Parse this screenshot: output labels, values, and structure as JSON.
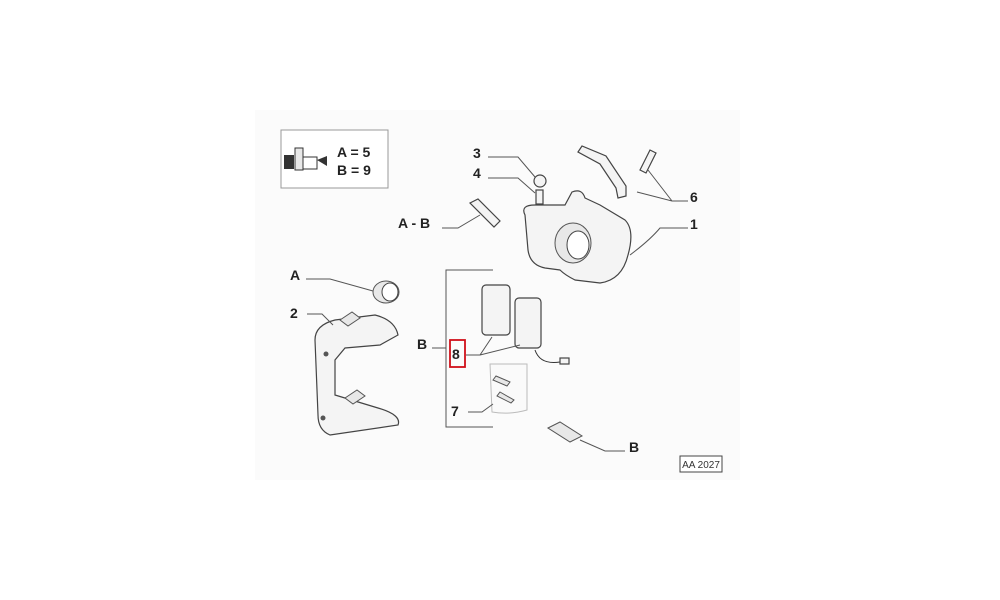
{
  "legend": {
    "line_a": "A = 5",
    "line_b": "B = 9"
  },
  "callouts": {
    "n1": "1",
    "n2": "2",
    "n3": "3",
    "n4": "4",
    "n6": "6",
    "n7": "7",
    "n8": "8",
    "a_b": "A - B",
    "a": "A",
    "b_bracket": "B",
    "b_clip": "B"
  },
  "diagram_code": "AA 2027",
  "highlight_color": "#d0101a"
}
